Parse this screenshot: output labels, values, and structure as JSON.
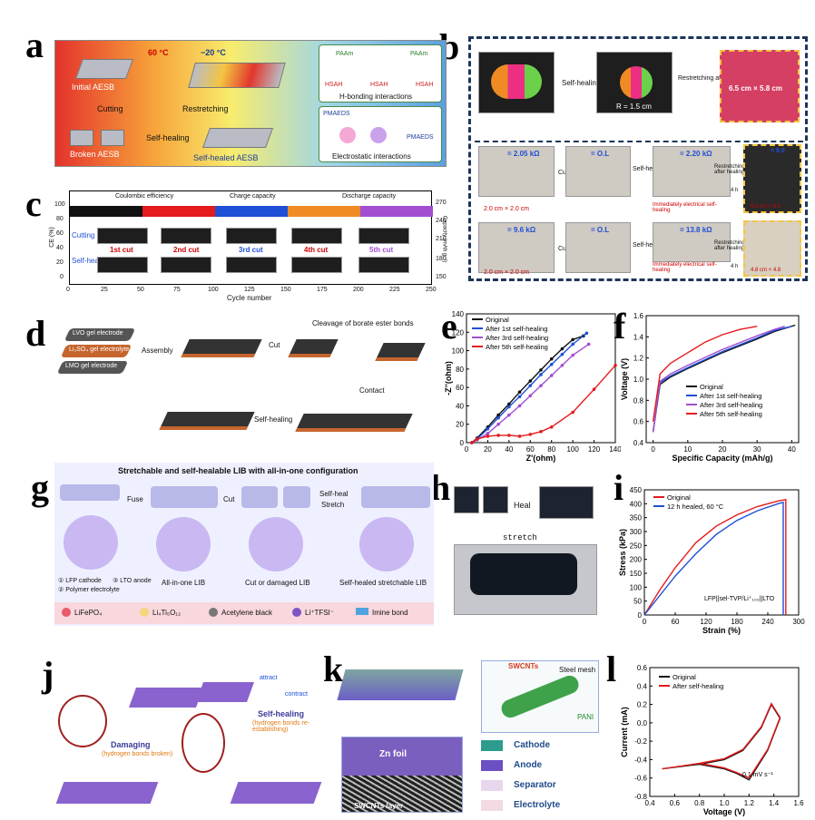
{
  "panels": {
    "a": "a",
    "b": "b",
    "c": "c",
    "d": "d",
    "e": "e",
    "f": "f",
    "g": "g",
    "h": "h",
    "i": "i",
    "j": "j",
    "k": "k",
    "l": "l"
  },
  "a": {
    "temp_hot": "60 °C",
    "temp_cold": "−20 °C",
    "initial": "Initial AESB",
    "cutting": "Cutting",
    "broken": "Broken AESB",
    "selfhealing": "Self-healing",
    "restretching": "Restretching",
    "healed": "Self-healed AESB",
    "hbond": "H-bonding interactions",
    "electro": "Electrostatic interactions",
    "paam": "PAAm",
    "hsah": "HSAH",
    "pmaeds": "PMAEDS"
  },
  "b": {
    "selfhealing": "Self-healing",
    "restretch": "Restretching after healing",
    "radius": "R = 1.5 cm",
    "size": "6.5 cm × 5.8 cm",
    "r1": {
      "res1": "= 2.05 kΩ",
      "ol": "= O.L",
      "res2": "= 2.20 kΩ",
      "res3": "= 8.0",
      "cutting": "Cutting",
      "self": "Self-healing",
      "imm": "Immediately electrical self-healing",
      "restretch": "Restretching after healing",
      "hours": "4 h",
      "dim": "2.0 cm × 2.0 cm",
      "dim2": "6.0 cm × 6.0"
    },
    "r2": {
      "res1": "= 9.6 kΩ",
      "ol": "= O.L",
      "res2": "= 13.8 kΩ",
      "cutting": "Cutting",
      "self": "Self-healing",
      "imm": "Immediately electrical self-healing",
      "restretch": "Restretching after healing",
      "hours": "4 h",
      "dim": "2.0 cm × 2.0 cm",
      "dim2": "4.8 cm × 4.8"
    }
  },
  "c": {
    "legend": [
      "Coulombic efficiency",
      "Charge capacity",
      "Discharge capacity"
    ],
    "cutting": "Cutting",
    "selfhealing": "Self-healing",
    "cuts": [
      "1st cut",
      "2nd cut",
      "3rd cut",
      "4th cut",
      "5th cut"
    ],
    "xlabel": "Cycle number",
    "ylabel_left": "CE (%)",
    "ylabel_right": "Capacity (mAh g⁻¹)",
    "xticks": [
      "0",
      "25",
      "50",
      "75",
      "100",
      "125",
      "150",
      "175",
      "200",
      "225",
      "250"
    ],
    "yticks_left": [
      "100",
      "80",
      "60",
      "40",
      "20",
      "0"
    ],
    "yticks_right": [
      "270",
      "240",
      "210",
      "180",
      "150"
    ]
  },
  "d": {
    "lvo": "LVO gel electrode",
    "lizn": "Li₂SO₄ gel electrolyte",
    "lmo": "LMO gel electrode",
    "assembly": "Assembly",
    "cut": "Cut",
    "cleavage": "Cleavage of borate ester bonds",
    "contact": "Contact",
    "selfhealing": "Self-healing"
  },
  "e": {
    "legend": [
      "Original",
      "After 1st self-healing",
      "After 3rd self-healing",
      "After 5th self-healing"
    ],
    "xlabel": "Z'(ohm)",
    "ylabel": "-Z''(ohm)",
    "xticks": [
      "0",
      "20",
      "40",
      "60",
      "80",
      "100",
      "120",
      "140"
    ],
    "yticks": [
      "0",
      "20",
      "40",
      "60",
      "80",
      "100",
      "120",
      "140"
    ]
  },
  "f": {
    "legend": [
      "Original",
      "After 1st self-healing",
      "After 3rd self-healing",
      "After 5th self-healing"
    ],
    "xlabel": "Specific Capacity (mAh/g)",
    "ylabel": "Voltage (V)",
    "xticks": [
      "0",
      "10",
      "20",
      "30",
      "40"
    ],
    "yticks": [
      "0.4",
      "0.6",
      "0.8",
      "1.0",
      "1.2",
      "1.4",
      "1.6"
    ]
  },
  "g": {
    "title": "Stretchable and self-healable LIB with all-in-one configuration",
    "fuse": "Fuse",
    "cut": "Cut",
    "selfheal": "Self-heal",
    "stretch": "Stretch",
    "c1": "① LFP cathode",
    "c2": "② Polymer electrolyte",
    "c3": "③ LTO anode",
    "all": "All-in-one LIB",
    "cutdam": "Cut or damaged LIB",
    "healed": "Self-healed stretchable LIB",
    "legend": [
      "LiFePO₄",
      "Li₄Ti₅O₁₂",
      "Acetylene black",
      "Li⁺TFSI⁻",
      "Imine bond"
    ]
  },
  "h": {
    "heal": "Heal",
    "stretch": "stretch"
  },
  "i": {
    "legend": [
      "Original",
      "12 h healed, 60 °C"
    ],
    "xlabel": "Strain (%)",
    "ylabel": "Stress (kPa)",
    "xticks": [
      "0",
      "60",
      "120",
      "180",
      "240",
      "300"
    ],
    "yticks": [
      "0",
      "50",
      "100",
      "150",
      "200",
      "250",
      "300",
      "350",
      "400",
      "450"
    ],
    "note": "LFP||sel-TVP/Li⁺₁₀₀||LTO"
  },
  "j": {
    "attract": "attract",
    "contract": "contract",
    "damaging": "Damaging",
    "damaging_sub": "(hydrogen bonds broken)",
    "selfhealing": "Self-healing",
    "selfhealing_sub": "(hydrogen bonds re-establishing)"
  },
  "k": {
    "swcnts": "SWCNTs",
    "steel": "Steel mesh",
    "pani": "PANI",
    "zn": "Zn foil",
    "swlayer": "SWCNTs layer",
    "legend": [
      "Cathode",
      "Anode",
      "Separator",
      "Electrolyte"
    ]
  },
  "l": {
    "legend": [
      "Original",
      "After self-healing"
    ],
    "xlabel": "Voltage (V)",
    "ylabel": "Current (mA)",
    "scan": "0.1 mV s⁻¹",
    "xticks": [
      "0.4",
      "0.6",
      "0.8",
      "1.0",
      "1.2",
      "1.4",
      "1.6"
    ],
    "yticks": [
      "0.6",
      "0.4",
      "0.2",
      "0.0",
      "-0.2",
      "-0.4",
      "-0.6",
      "-0.8"
    ]
  },
  "colors": {
    "red": "#e41a1c",
    "blue": "#1f4fd6",
    "purple": "#a14fd0",
    "black": "#111111",
    "orange": "#f08a24",
    "navy": "#1d3557"
  },
  "chart_data": [
    {
      "panel": "e",
      "type": "line",
      "title": "",
      "xlabel": "Z'(ohm)",
      "ylabel": "-Z''(ohm)",
      "xlim": [
        0,
        140
      ],
      "ylim": [
        0,
        140
      ],
      "series": [
        {
          "name": "Original",
          "x": [
            5,
            10,
            20,
            30,
            40,
            50,
            60,
            70,
            80,
            90,
            100,
            110
          ],
          "y": [
            0,
            5,
            17,
            30,
            42,
            55,
            67,
            79,
            91,
            102,
            112,
            116
          ]
        },
        {
          "name": "After 1st self-healing",
          "x": [
            5,
            10,
            20,
            30,
            40,
            50,
            60,
            70,
            80,
            90,
            100,
            113
          ],
          "y": [
            0,
            4,
            15,
            27,
            39,
            50,
            62,
            74,
            85,
            96,
            107,
            119
          ]
        },
        {
          "name": "After 3rd self-healing",
          "x": [
            5,
            10,
            20,
            30,
            40,
            50,
            60,
            70,
            80,
            90,
            100,
            115
          ],
          "y": [
            0,
            3,
            10,
            20,
            30,
            40,
            51,
            62,
            73,
            84,
            95,
            107
          ]
        },
        {
          "name": "After 5th self-healing",
          "x": [
            5,
            10,
            20,
            30,
            40,
            50,
            60,
            70,
            80,
            100,
            120,
            140
          ],
          "y": [
            0,
            4,
            7,
            8,
            8,
            7,
            9,
            12,
            17,
            33,
            58,
            84
          ]
        }
      ]
    },
    {
      "panel": "f",
      "type": "line",
      "title": "",
      "xlabel": "Specific Capacity (mAh/g)",
      "ylabel": "Voltage (V)",
      "xlim": [
        -2,
        42
      ],
      "ylim": [
        0.4,
        1.6
      ],
      "series": [
        {
          "name": "Original",
          "x": [
            0,
            2,
            5,
            10,
            20,
            30,
            35,
            40,
            41
          ],
          "y": [
            0.5,
            0.95,
            1.02,
            1.1,
            1.25,
            1.38,
            1.45,
            1.5,
            1.51
          ]
        },
        {
          "name": "After 1st self-healing",
          "x": [
            0,
            2,
            5,
            10,
            20,
            30,
            35,
            40
          ],
          "y": [
            0.5,
            0.97,
            1.03,
            1.11,
            1.26,
            1.39,
            1.46,
            1.5
          ]
        },
        {
          "name": "After 3rd self-healing",
          "x": [
            0,
            2,
            5,
            10,
            20,
            30,
            35,
            38
          ],
          "y": [
            0.5,
            0.98,
            1.05,
            1.13,
            1.28,
            1.41,
            1.47,
            1.5
          ]
        },
        {
          "name": "After 5th self-healing",
          "x": [
            0,
            2,
            5,
            10,
            15,
            20,
            25,
            30
          ],
          "y": [
            0.6,
            1.05,
            1.15,
            1.25,
            1.35,
            1.42,
            1.47,
            1.5
          ]
        }
      ]
    },
    {
      "panel": "i",
      "type": "line",
      "title": "",
      "xlabel": "Strain (%)",
      "ylabel": "Stress (kPa)",
      "xlim": [
        0,
        300
      ],
      "ylim": [
        0,
        450
      ],
      "series": [
        {
          "name": "Original",
          "x": [
            0,
            30,
            60,
            100,
            140,
            180,
            220,
            260,
            275,
            275
          ],
          "y": [
            0,
            90,
            170,
            260,
            320,
            360,
            390,
            410,
            415,
            0
          ]
        },
        {
          "name": "12 h healed, 60 °C",
          "x": [
            0,
            30,
            60,
            100,
            140,
            180,
            220,
            260,
            270,
            270
          ],
          "y": [
            0,
            70,
            140,
            220,
            290,
            340,
            375,
            400,
            405,
            0
          ]
        }
      ]
    },
    {
      "panel": "l",
      "type": "line",
      "title": "",
      "xlabel": "Voltage (V)",
      "ylabel": "Current (mA)",
      "xlim": [
        0.4,
        1.6
      ],
      "ylim": [
        -0.8,
        0.6
      ],
      "series": [
        {
          "name": "Original",
          "x": [
            0.5,
            0.8,
            1.0,
            1.15,
            1.3,
            1.38,
            1.45,
            1.35,
            1.2,
            1.1,
            1.0,
            0.8,
            0.5
          ],
          "y": [
            -0.5,
            -0.45,
            -0.4,
            -0.3,
            -0.05,
            0.2,
            0.05,
            -0.3,
            -0.62,
            -0.55,
            -0.5,
            -0.45,
            -0.5
          ]
        },
        {
          "name": "After self-healing",
          "x": [
            0.5,
            0.8,
            1.0,
            1.15,
            1.3,
            1.38,
            1.45,
            1.35,
            1.2,
            1.1,
            1.0,
            0.8,
            0.5
          ],
          "y": [
            -0.5,
            -0.44,
            -0.39,
            -0.29,
            -0.04,
            0.21,
            0.06,
            -0.29,
            -0.6,
            -0.54,
            -0.49,
            -0.44,
            -0.5
          ]
        }
      ]
    }
  ]
}
